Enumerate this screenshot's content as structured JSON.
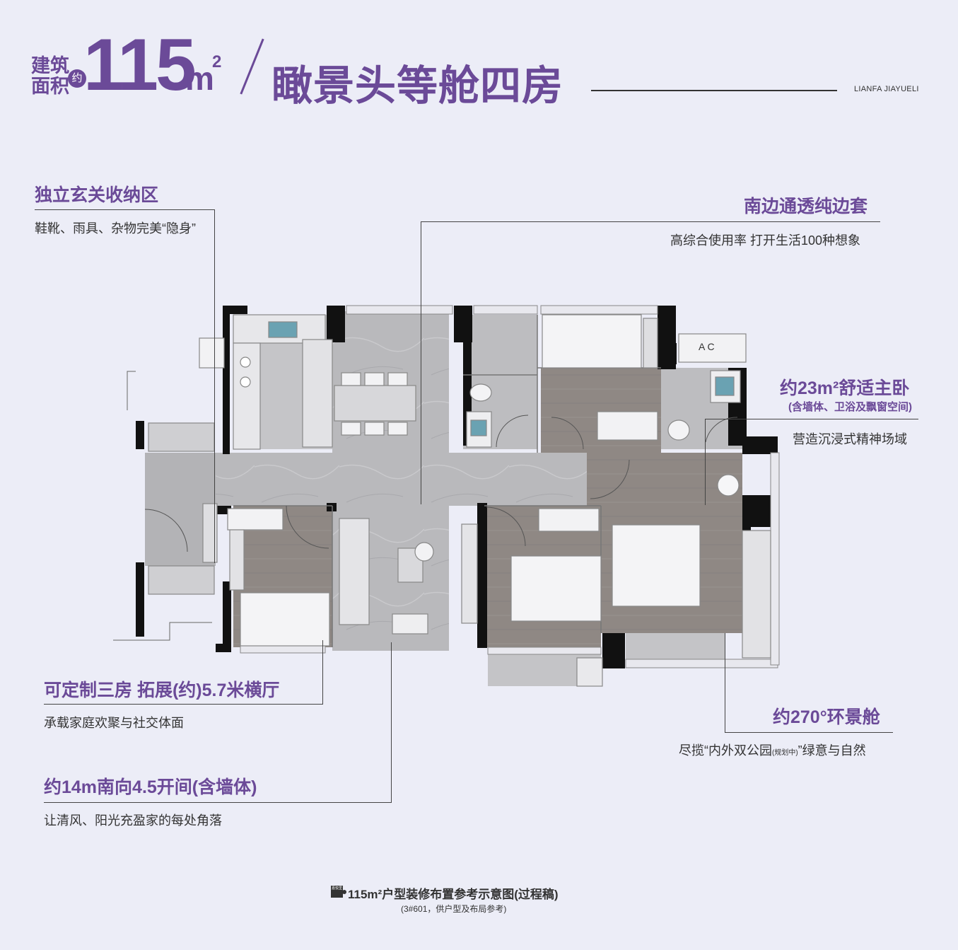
{
  "header": {
    "label_line1": "建筑",
    "label_line2": "面积",
    "approx": "约",
    "area": "115",
    "unit": "m",
    "unit_sup": "2",
    "title": "瞰景头等舱四房",
    "brand": "LIANFA JIAYUELI"
  },
  "annotations": {
    "entry": {
      "title": "独立玄关收纳区",
      "desc": "鞋靴、雨具、杂物完美“隐身”"
    },
    "bath": {
      "title": "南边通透纯边套",
      "desc": "高综合使用率 打开生活100种想象"
    },
    "master": {
      "title": "约23m²舒适主卧",
      "sub": "(含墙体、卫浴及飘窗空间)",
      "desc": "营造沉浸式精神场域"
    },
    "living": {
      "title": "可定制三房 拓展(约)5.7米横厅",
      "desc": "承载家庭欢聚与社交体面"
    },
    "view": {
      "title": "约270°环景舱",
      "desc_a": "尽揽“内外双公园",
      "desc_small": "(规划中)",
      "desc_b": "”绿意与自然"
    },
    "width": {
      "title": "约14m南向4.5开间(含墙体)",
      "desc": "让清风、阳光充盈家的每处角落"
    }
  },
  "plan": {
    "ac_label": "A C"
  },
  "footer": {
    "logo_text": "嘉悦里",
    "title": "115m²户型装修布置参考示意图(过程稿)",
    "subtitle": "(3#601，供户型及布局参考)"
  },
  "colors": {
    "accent": "#6b4a98",
    "background": "#ecedf7",
    "marble": "#b8b8bb",
    "wood": "#8f8883",
    "wall": "#111111"
  }
}
